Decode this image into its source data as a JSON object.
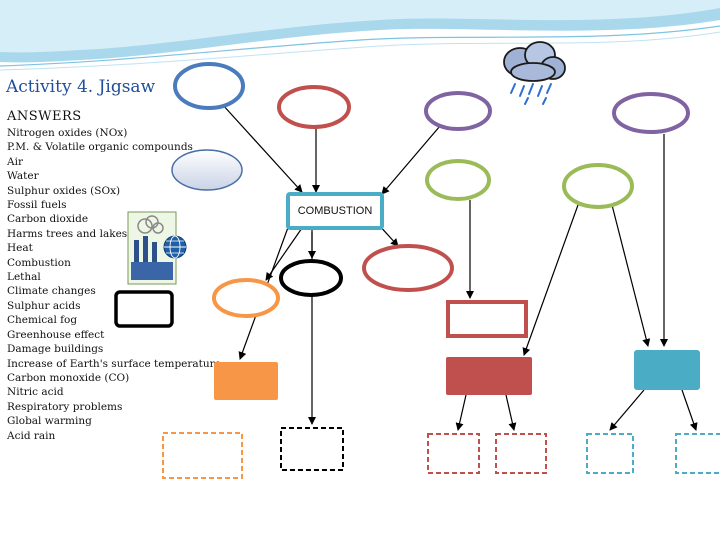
{
  "title": "Activity 4. Jigsaw",
  "answers_heading": "ANSWERS",
  "answers": [
    "Nitrogen oxides (NOx)",
    "P.M. & Volatile organic compounds",
    "Air",
    "Water",
    "Sulphur oxides (SOx)",
    "Fossil fuels",
    "Carbon dioxide",
    "Harms trees and lakes",
    "Heat",
    "Combustion",
    "Lethal",
    "Climate changes",
    "Sulphur acids",
    "Chemical fog",
    "Greenhouse effect",
    "Damage buildings",
    "Increase of Earth's surface temperature",
    "Carbon monoxide (CO)",
    "Nitric acid",
    "Respiratory problems",
    "Global warming",
    "Acid rain"
  ],
  "combustion_label": "COMBUSTION",
  "colors": {
    "title": "#1f4e9a",
    "blue": "#4a7bbd",
    "red": "#c0504d",
    "purple": "#8064a2",
    "green": "#9bbb59",
    "orange": "#f79646",
    "teal": "#4bacc6",
    "black": "#000000"
  }
}
